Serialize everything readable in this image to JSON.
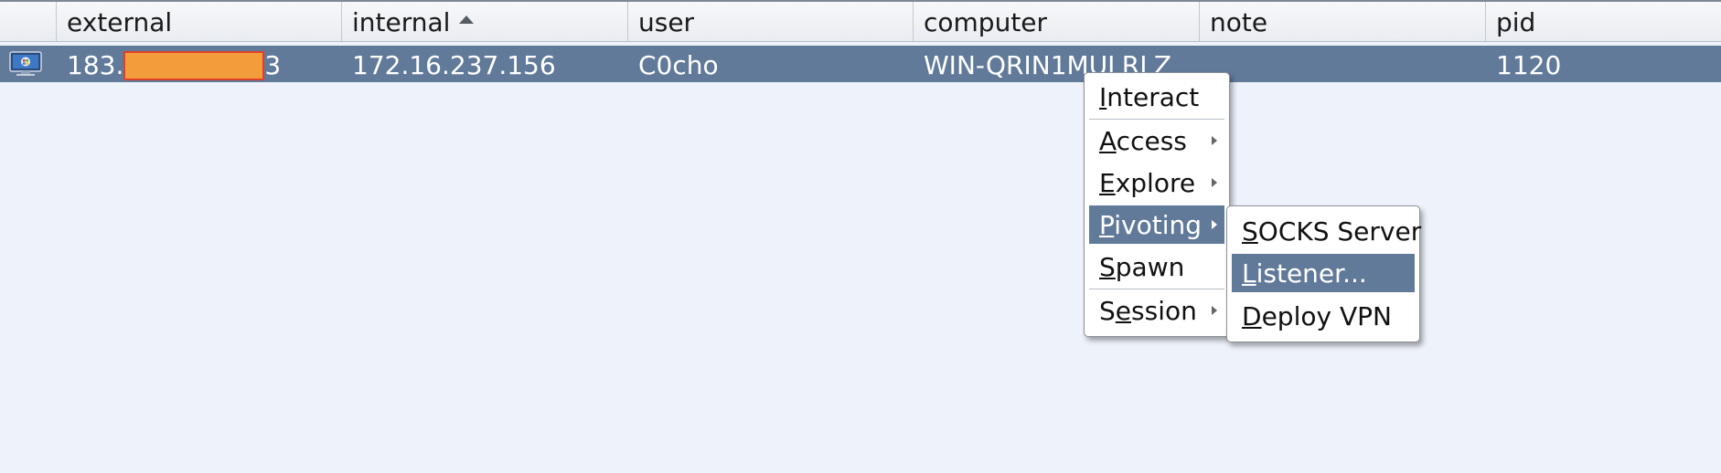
{
  "table": {
    "columns": [
      {
        "key": "icon",
        "label": ""
      },
      {
        "key": "external",
        "label": "external"
      },
      {
        "key": "internal",
        "label": "internal"
      },
      {
        "key": "user",
        "label": "user"
      },
      {
        "key": "computer",
        "label": "computer"
      },
      {
        "key": "note",
        "label": "note"
      },
      {
        "key": "pid",
        "label": "pid"
      }
    ],
    "sorted_column": "internal",
    "sort_direction": "ascending",
    "rows": [
      {
        "icon": "windows-monitor-icon",
        "external_prefix": "183.",
        "external_suffix": "3",
        "internal": "172.16.237.156",
        "user": "C0cho",
        "computer": "WIN-QRIN1MULRLZ",
        "note": "",
        "pid": "1120",
        "selected": true
      }
    ]
  },
  "context_menu": {
    "items": [
      {
        "label_first": "I",
        "label_rest": "nteract",
        "has_submenu": false
      },
      {
        "label_first": "A",
        "label_rest": "ccess",
        "has_submenu": true
      },
      {
        "label_first": "E",
        "label_rest": "xplore",
        "has_submenu": true
      },
      {
        "label_first": "P",
        "label_rest": "ivoting",
        "has_submenu": true,
        "highlighted": true
      },
      {
        "label_first": "S",
        "label_rest": "pawn",
        "has_submenu": false
      },
      {
        "label_pre": "S",
        "label_first": "e",
        "label_rest": "ssion",
        "has_submenu": true
      }
    ]
  },
  "submenu": {
    "items": [
      {
        "label_first": "S",
        "label_rest": "OCKS Server"
      },
      {
        "label_first": "L",
        "label_rest": "istener...",
        "highlighted": true
      },
      {
        "label_first": "D",
        "label_rest": "eploy VPN"
      }
    ]
  },
  "colors": {
    "background": "#eef2fb",
    "selection": "#627a9a",
    "redaction_fill": "#f39c3c",
    "redaction_border": "#e0402b"
  }
}
